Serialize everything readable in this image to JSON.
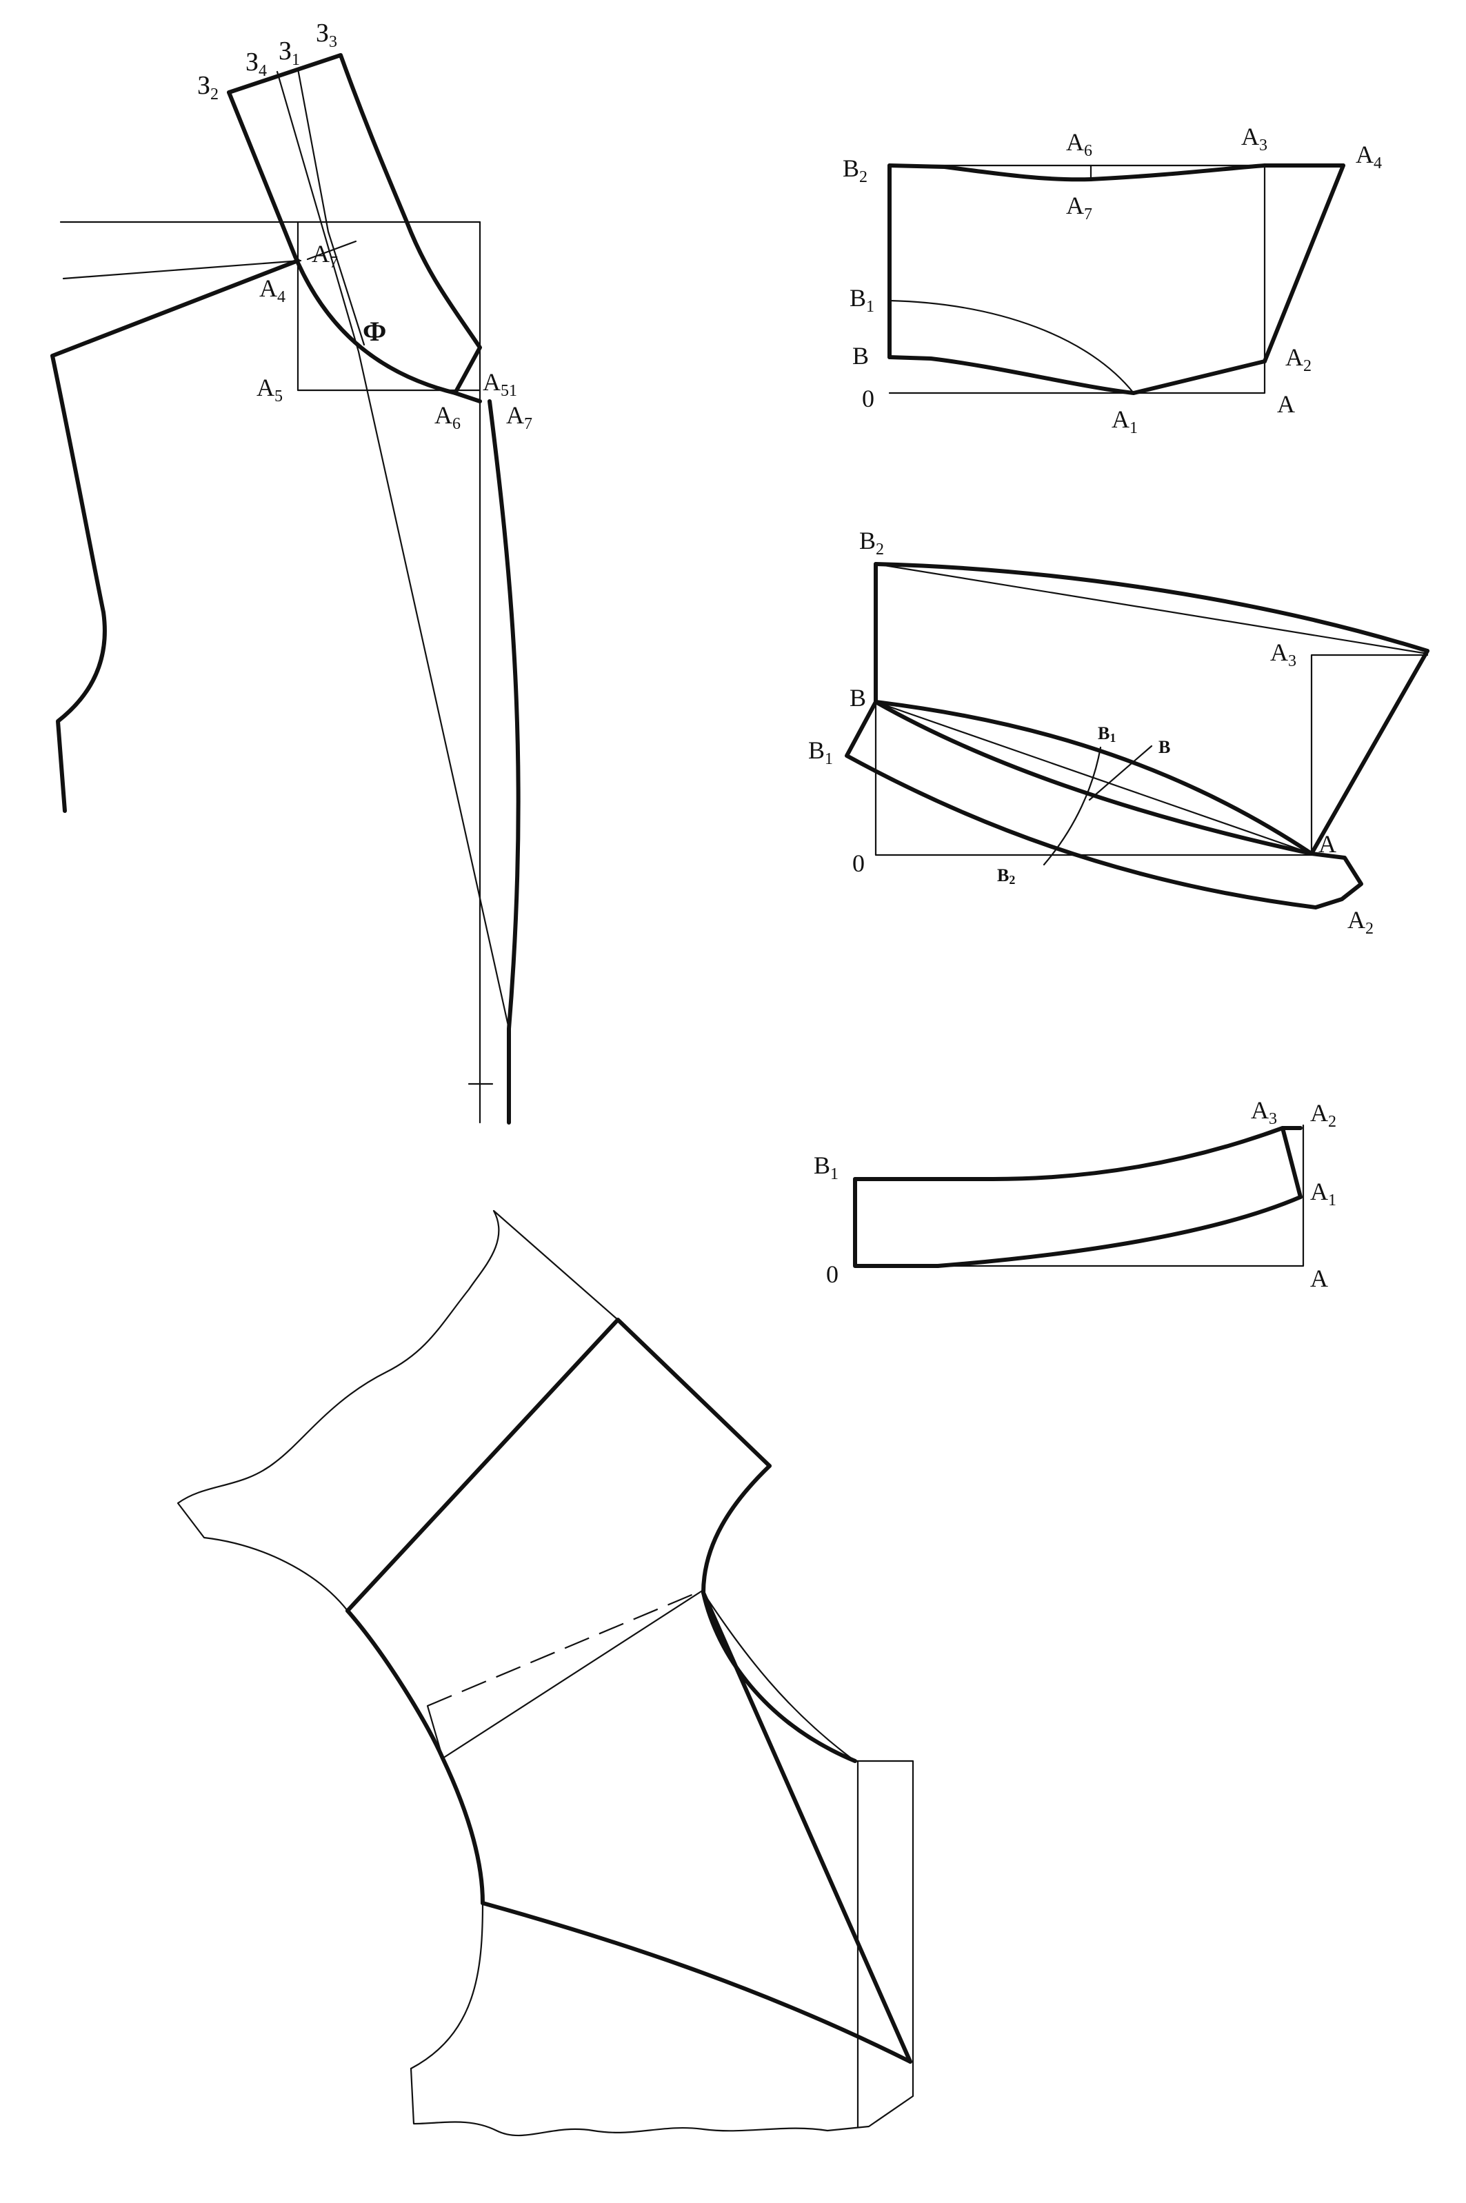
{
  "colors": {
    "line": "#111111",
    "background": "#ffffff"
  },
  "fig1": {
    "labels": [
      {
        "main": "З",
        "sub": "2"
      },
      {
        "main": "З",
        "sub": "4"
      },
      {
        "main": "З",
        "sub": "1"
      },
      {
        "main": "З",
        "sub": "3"
      },
      {
        "main": "A",
        "sub": "7"
      },
      {
        "main": "A",
        "sub": "4"
      },
      {
        "main": "Ф",
        "sub": ""
      },
      {
        "main": "A",
        "sub": "51"
      },
      {
        "main": "A",
        "sub": "5"
      },
      {
        "main": "A",
        "sub": "6"
      },
      {
        "main": "A",
        "sub": "7"
      }
    ]
  },
  "fig2": {
    "labels": [
      {
        "main": "A",
        "sub": "6"
      },
      {
        "main": "A",
        "sub": "3"
      },
      {
        "main": "A",
        "sub": "4"
      },
      {
        "main": "B",
        "sub": "2"
      },
      {
        "main": "A",
        "sub": "7"
      },
      {
        "main": "B",
        "sub": "1"
      },
      {
        "main": "B",
        "sub": ""
      },
      {
        "main": "A",
        "sub": "2"
      },
      {
        "main": "0",
        "sub": ""
      },
      {
        "main": "A",
        "sub": "1"
      },
      {
        "main": "A",
        "sub": ""
      }
    ]
  },
  "fig3": {
    "labels": [
      {
        "main": "B",
        "sub": "2"
      },
      {
        "main": "A",
        "sub": "3"
      },
      {
        "main": "B",
        "sub": ""
      },
      {
        "main": "B",
        "sub": "1"
      },
      {
        "main": "B",
        "sub": "1"
      },
      {
        "main": "B",
        "sub": ""
      },
      {
        "main": "0",
        "sub": ""
      },
      {
        "main": "A",
        "sub": ""
      },
      {
        "main": "B",
        "sub": "2"
      },
      {
        "main": "A",
        "sub": "2"
      }
    ]
  },
  "fig4": {
    "labels": [
      {
        "main": "A",
        "sub": "3"
      },
      {
        "main": "A",
        "sub": "2"
      },
      {
        "main": "B",
        "sub": "1"
      },
      {
        "main": "A",
        "sub": "1"
      },
      {
        "main": "0",
        "sub": ""
      },
      {
        "main": "A",
        "sub": ""
      }
    ]
  }
}
